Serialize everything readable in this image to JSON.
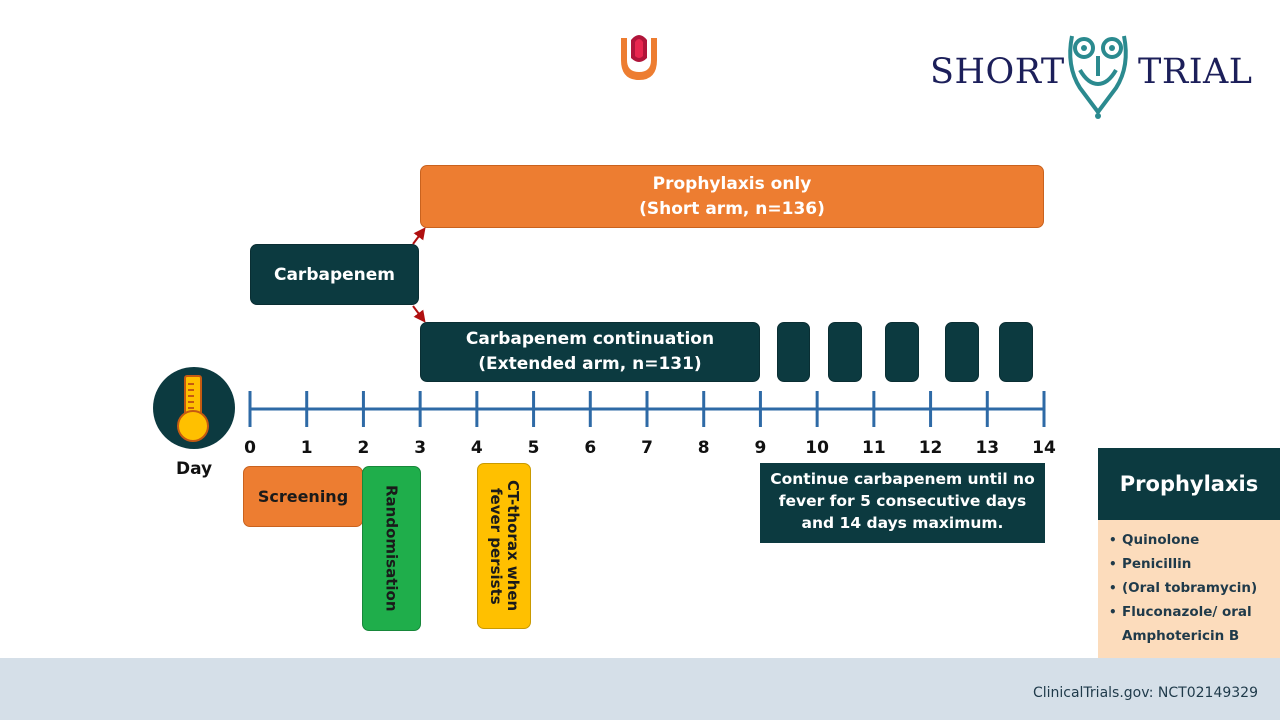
{
  "brand": {
    "left_word": "SHORT",
    "right_word": "TRIAL"
  },
  "boxes": {
    "prophylaxis_only_line1": "Prophylaxis only",
    "prophylaxis_only_line2": "(Short arm, n=136)",
    "carbapenem": "Carbapenem",
    "continuation_line1": "Carbapenem continuation",
    "continuation_line2": "(Extended arm, n=131)",
    "screening": "Screening",
    "randomisation": "Randomisation",
    "ct_thorax": "CT-thorax when fever persists",
    "continue_note": "Continue carbapenem until no fever for 5 consecutive days and 14 days maximum."
  },
  "timeline": {
    "axis_label": "Day",
    "ticks": [
      "0",
      "1",
      "2",
      "3",
      "4",
      "5",
      "6",
      "7",
      "8",
      "9",
      "10",
      "11",
      "12",
      "13",
      "14"
    ]
  },
  "prophylaxis_panel": {
    "title": "Prophylaxis",
    "items": [
      "Quinolone",
      "Penicillin",
      "(Oral tobramycin)",
      "Fluconazole/ oral Amphotericin B"
    ]
  },
  "footer": {
    "reference": "ClinicalTrials.gov: NCT02149329"
  },
  "colors": {
    "dark_teal": "#0c3a40",
    "orange": "#ed7d31",
    "green": "#1fae4b",
    "yellow": "#ffc000",
    "peach": "#fcdcbc",
    "footer": "#d5dfe8",
    "axis": "#2e6aa6",
    "arrow": "#b01010"
  }
}
